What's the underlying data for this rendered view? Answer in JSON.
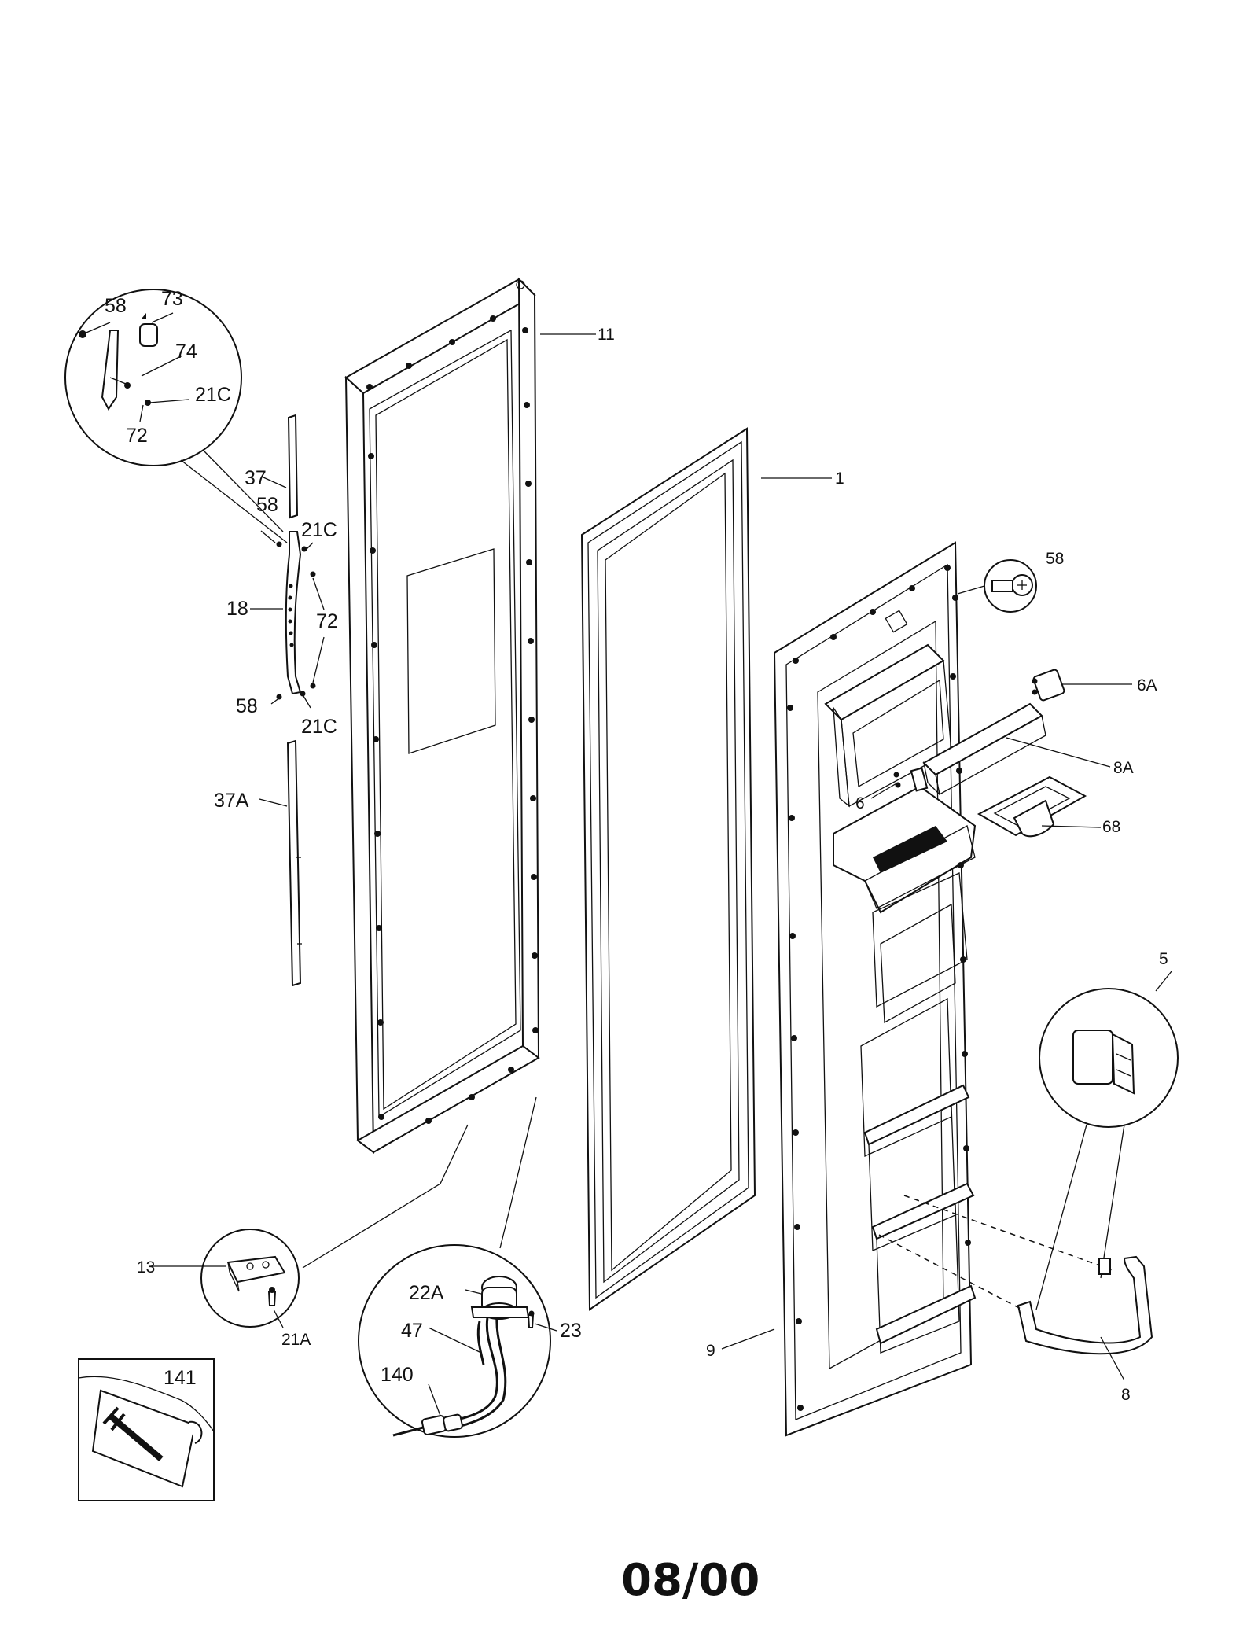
{
  "labels": {
    "p58a": "58",
    "p73": "73",
    "p74": "74",
    "p21c_zoom": "21C",
    "p72_zoom": "72",
    "p11": "11",
    "p1": "1",
    "p58_screw": "58",
    "p37": "37",
    "p58b": "58",
    "p21c_top": "21C",
    "p18": "18",
    "p72_mid": "72",
    "p58c": "58",
    "p21c_bot": "21C",
    "p37a": "37A",
    "p6a": "6A",
    "p8a": "8A",
    "p6": "6",
    "p68": "68",
    "p5": "5",
    "p13": "13",
    "p21a": "21A",
    "p22a": "22A",
    "p47": "47",
    "p23": "23",
    "p140": "140",
    "p9": "9",
    "p8": "8",
    "p141": "141"
  },
  "footer": {
    "code": "08/00"
  }
}
